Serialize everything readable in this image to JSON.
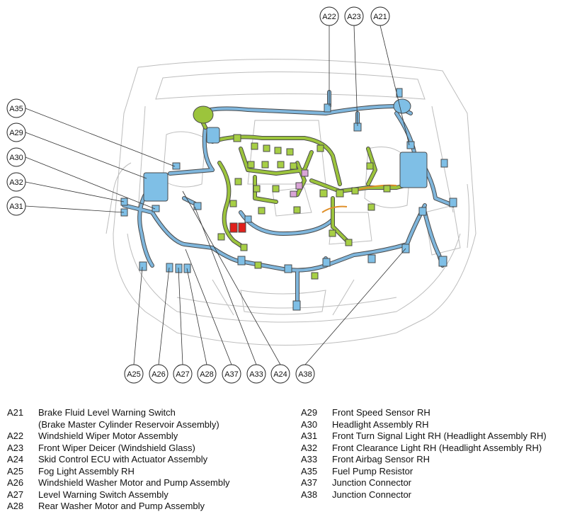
{
  "callouts": {
    "top": [
      "A22",
      "A23",
      "A21"
    ],
    "left": [
      "A35",
      "A29",
      "A30",
      "A32",
      "A31"
    ],
    "bottom": [
      "A25",
      "A26",
      "A27",
      "A28",
      "A37",
      "A33",
      "A24",
      "A38"
    ]
  },
  "legend_left": [
    {
      "code": "A21",
      "desc": "Brake Fluid Level Warning Switch"
    },
    {
      "code": "",
      "desc": "(Brake Master Cylinder Reservoir Assembly)"
    },
    {
      "code": "A22",
      "desc": "Windshield Wiper Motor Assembly"
    },
    {
      "code": "A23",
      "desc": "Front Wiper Deicer (Windshield Glass)"
    },
    {
      "code": "A24",
      "desc": "Skid Control ECU with Actuator Assembly"
    },
    {
      "code": "A25",
      "desc": "Fog Light Assembly RH"
    },
    {
      "code": "A26",
      "desc": "Windshield Washer Motor and Pump Assembly"
    },
    {
      "code": "A27",
      "desc": "Level Warning Switch Assembly"
    },
    {
      "code": "A28",
      "desc": "Rear Washer Motor and Pump Assembly"
    }
  ],
  "legend_right": [
    {
      "code": "A29",
      "desc": "Front Speed Sensor RH"
    },
    {
      "code": "A30",
      "desc": "Headlight Assembly RH"
    },
    {
      "code": "A31",
      "desc": "Front Turn Signal Light RH (Headlight Assembly RH)"
    },
    {
      "code": "A32",
      "desc": "Front Clearance Light RH (Headlight Assembly RH)"
    },
    {
      "code": "A33",
      "desc": "Front Airbag Sensor RH"
    },
    {
      "code": "A35",
      "desc": "Fuel Pump Resistor"
    },
    {
      "code": "A37",
      "desc": "Junction Connector"
    },
    {
      "code": "A38",
      "desc": "Junction Connector"
    }
  ],
  "colors": {
    "harness_blue": "#7fb6dc",
    "connector_blue": "#7fbfe6",
    "harness_green": "#9cc43c",
    "connector_green": "#a7cf45",
    "connector_red": "#e0201c",
    "connector_pink": "#d9a4d6",
    "orange": "#e0902a",
    "outline": "#4a4a4a",
    "body_line": "#b8b8b8"
  }
}
